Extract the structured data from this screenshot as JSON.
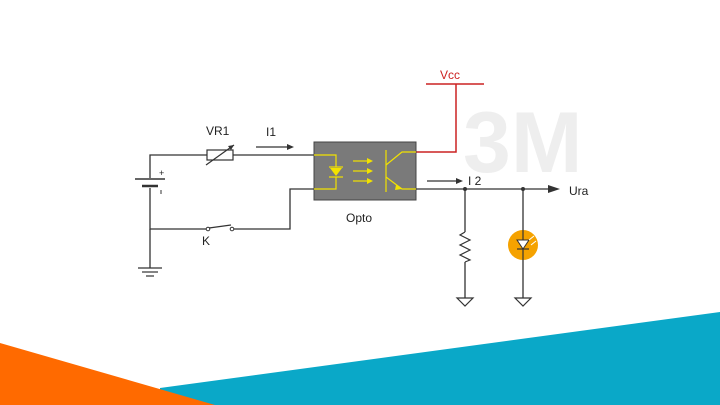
{
  "watermark": "3M",
  "labels": {
    "vcc": "Vcc",
    "vr1": "VR1",
    "i1": "I1",
    "i2": "I 2",
    "opto": "Opto",
    "k": "K",
    "ura": "Ura",
    "battery_plus": "+"
  },
  "colors": {
    "wire": "#333333",
    "vcc_wire": "#cc2222",
    "opto_body": "#7a7a7a",
    "opto_inner": "#f2e200",
    "led": "#f5a200",
    "accent_orange": "#ff6a00",
    "accent_blue": "#0aa8c8"
  },
  "icons": [
    "battery-icon",
    "variable-resistor-icon",
    "optocoupler-icon",
    "switch-icon",
    "resistor-icon",
    "led-icon",
    "ground-icon",
    "arrow-icon"
  ]
}
